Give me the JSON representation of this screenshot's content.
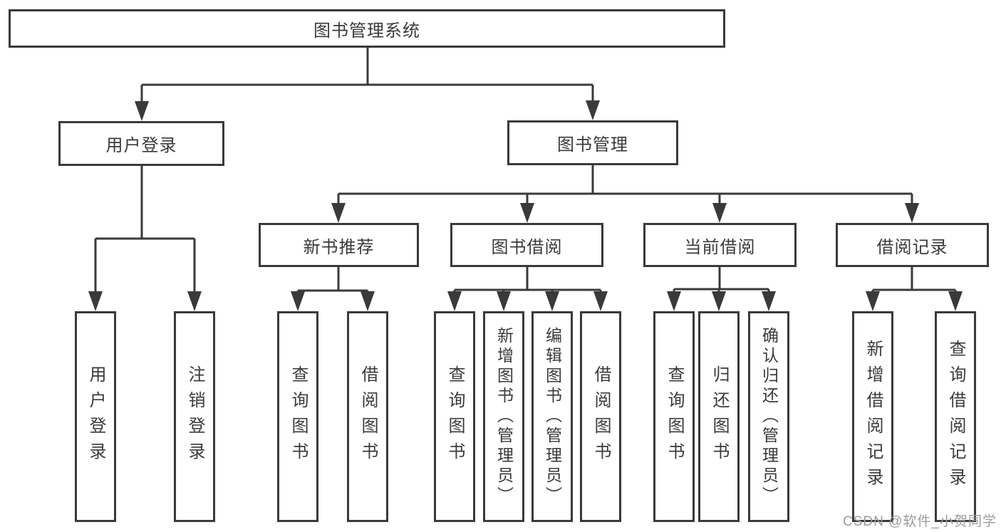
{
  "tree": {
    "label": "图书管理系统",
    "children": [
      {
        "label": "用户登录",
        "children": [
          {
            "label": "用户登录"
          },
          {
            "label": "注销登录"
          }
        ]
      },
      {
        "label": "图书管理",
        "children": [
          {
            "label": "新书推荐",
            "children": [
              {
                "label": "查询图书"
              },
              {
                "label": "借阅图书"
              }
            ]
          },
          {
            "label": "图书借阅",
            "children": [
              {
                "label": "查询图书"
              },
              {
                "label": "新增图书（管理员）"
              },
              {
                "label": "编辑图书（管理员）"
              },
              {
                "label": "借阅图书"
              }
            ]
          },
          {
            "label": "当前借阅",
            "children": [
              {
                "label": "查询图书"
              },
              {
                "label": "归还图书"
              },
              {
                "label": "确认归还（管理员）"
              }
            ]
          },
          {
            "label": "借阅记录",
            "children": [
              {
                "label": "新增借阅记录"
              },
              {
                "label": "查询借阅记录"
              }
            ]
          }
        ]
      }
    ]
  },
  "watermark": "CSDN @软件_小贺同学",
  "colors": {
    "line": "#3a3a3a",
    "box_border": "#3a3a3a",
    "text": "#3a3a3a",
    "watermark": "#9b9b9b",
    "background": "#ffffff"
  }
}
